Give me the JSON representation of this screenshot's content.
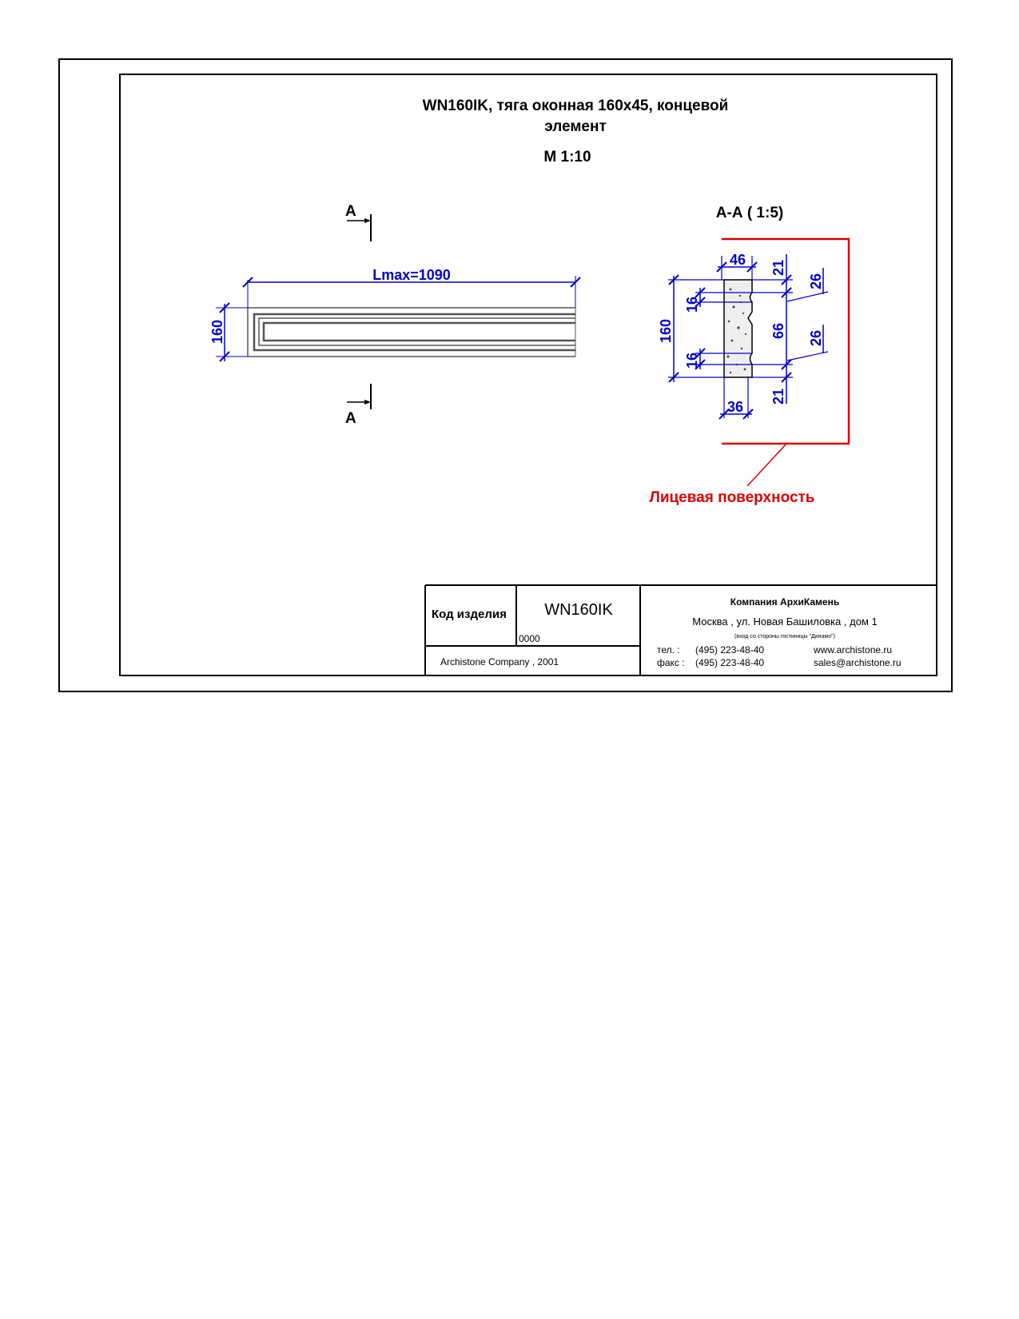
{
  "sheet": {
    "title_line1": "WN160IK, тяга оконная 160х45, концевой",
    "title_line2": "элемент",
    "scale": "М 1:10"
  },
  "plan_view": {
    "section_mark_top": "А",
    "section_mark_bottom": "А",
    "length_label": "Lmax=1090",
    "height_label": "160"
  },
  "section_view": {
    "title": "А-А ( 1:5)",
    "dims": {
      "top_width": "46",
      "bottom_width": "36",
      "total_height": "160",
      "left_upper": "16",
      "left_lower": "16",
      "right_top": "21",
      "right_middle": "66",
      "right_bottom": "21",
      "slope_upper": "26",
      "slope_lower": "26"
    },
    "face_label": "Лицевая поверхность"
  },
  "title_block": {
    "code_label": "Код изделия",
    "code_value": "WN160IK",
    "code_number": "0000",
    "copyright": "Archistone  Company ,  2001",
    "company": "Компания  АрхиКамень",
    "address": "Москва , ул. Новая Башиловка , дом 1",
    "address_note": "(вход со стороны гостиницы \"Динамо\")",
    "phone_label": "тел.   :",
    "phone": "(495) 223-48-40",
    "fax_label": "факс :",
    "fax": "(495) 223-48-40",
    "website": "www.archistone.ru",
    "email": "sales@archistone.ru"
  },
  "colors": {
    "dimension": "#0000cc",
    "face_marker": "#dd0000",
    "frame": "#000000"
  }
}
